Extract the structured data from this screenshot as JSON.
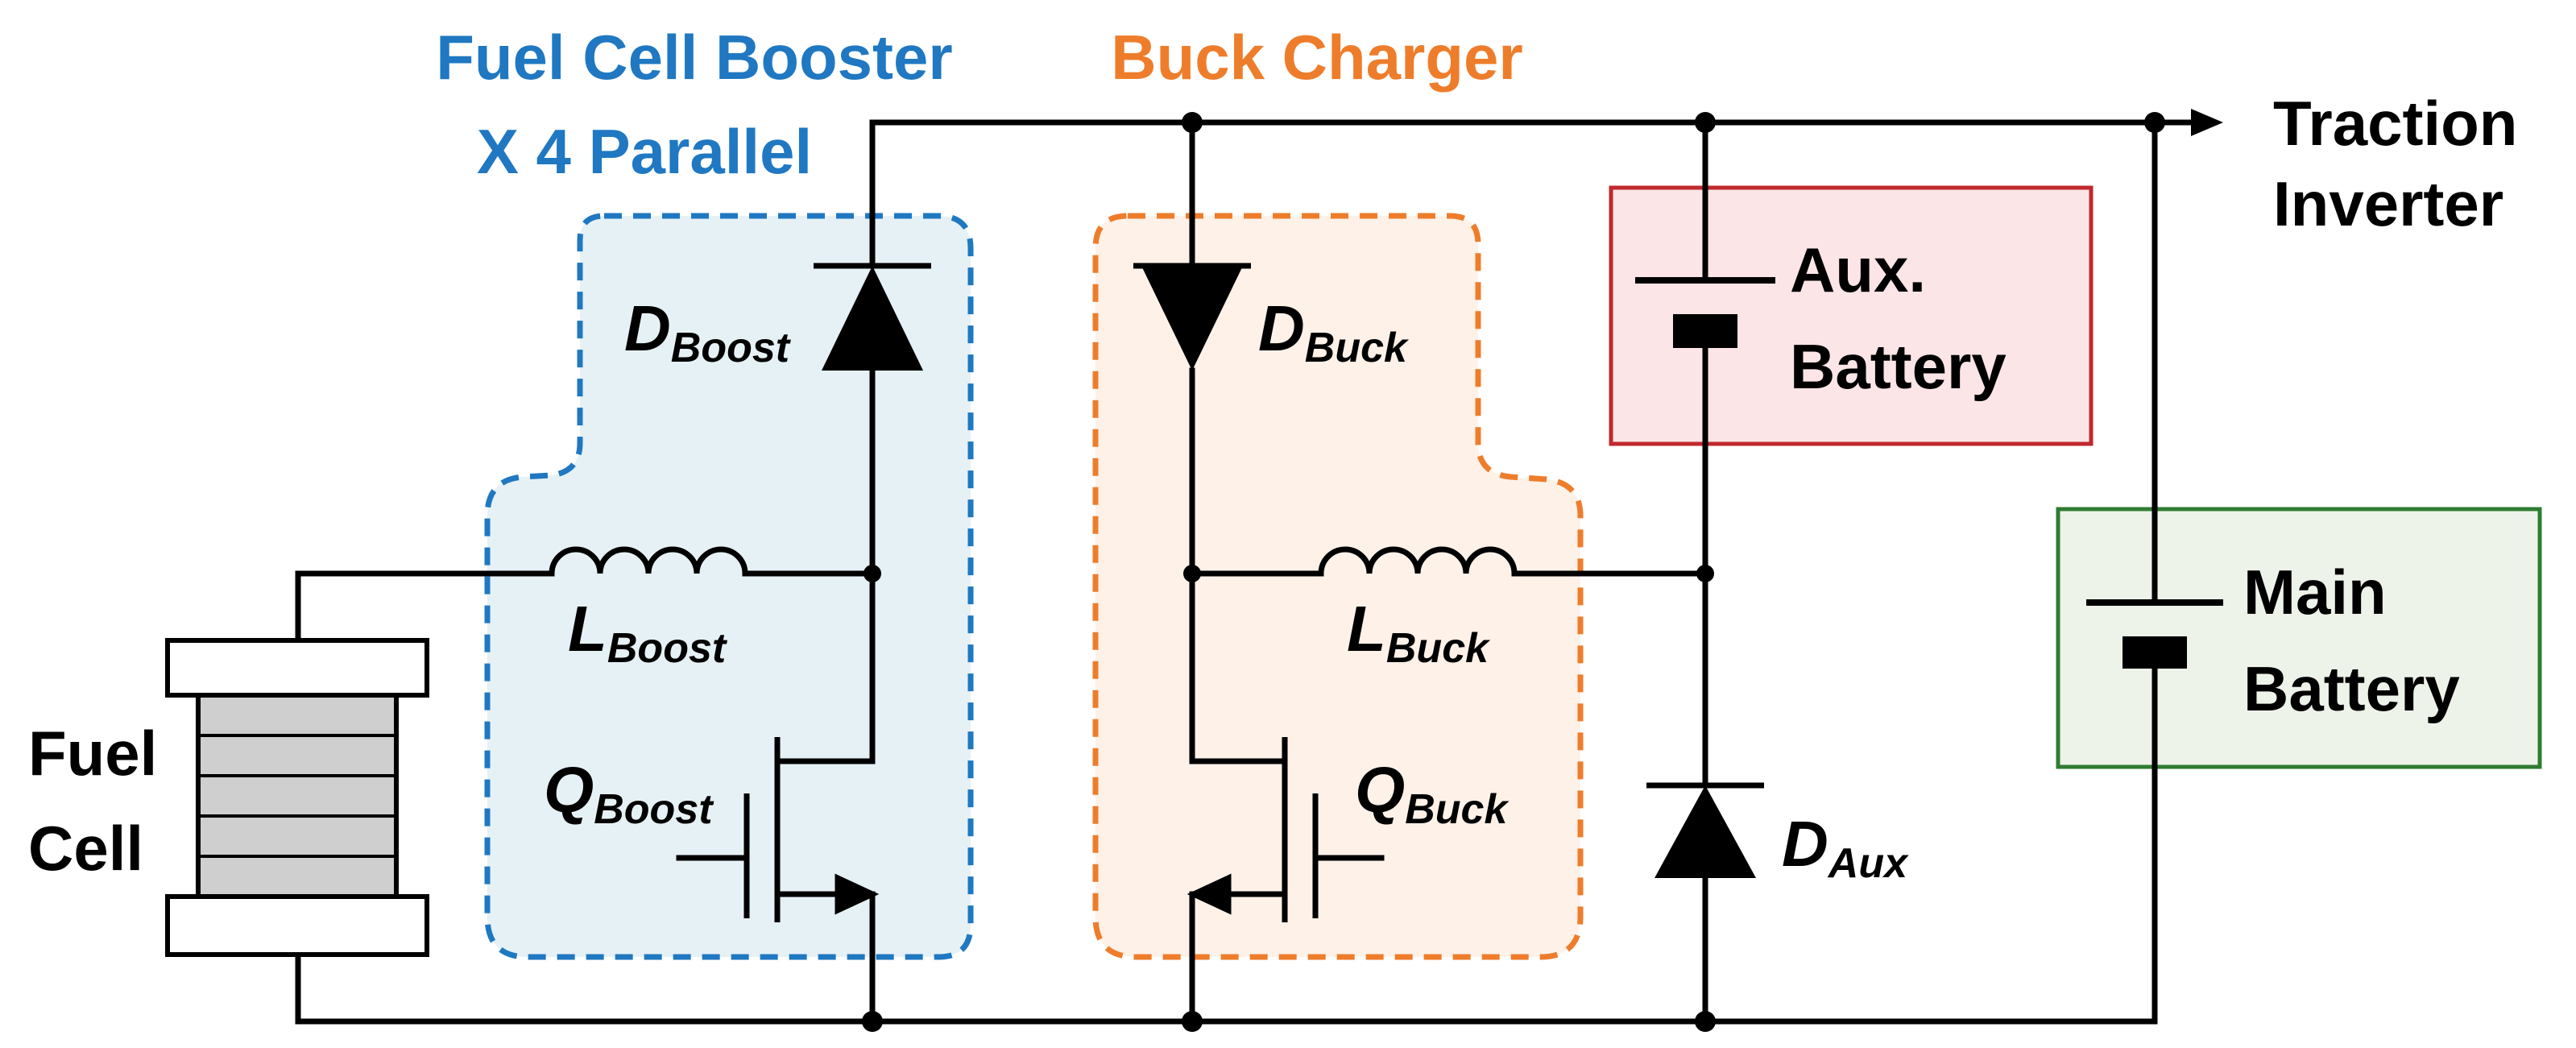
{
  "colors": {
    "booster": "#1f78c1",
    "booster_fill": "#e6f1f6",
    "buck": "#ee7d2b",
    "buck_fill": "#fdf1e8",
    "aux_border": "#c0282d",
    "aux_fill": "#fbe5e6",
    "main_border": "#2e7d32",
    "main_fill": "#eef3ea",
    "wire": "#000000",
    "stack": "#cfcfcf"
  },
  "titles": {
    "booster_line1": "Fuel Cell Booster",
    "booster_line2": "X 4 Parallel",
    "buck": "Buck Charger"
  },
  "output": {
    "line1": "Traction",
    "line2": "Inverter"
  },
  "fuel_cell": {
    "line1": "Fuel",
    "line2": "Cell"
  },
  "aux_battery": {
    "line1": "Aux.",
    "line2": "Battery"
  },
  "main_battery": {
    "line1": "Main",
    "line2": "Battery"
  },
  "components": {
    "d_boost": {
      "main": "D",
      "sub": "Boost"
    },
    "l_boost": {
      "main": "L",
      "sub": "Boost"
    },
    "q_boost": {
      "main": "Q",
      "sub": "Boost"
    },
    "d_buck": {
      "main": "D",
      "sub": "Buck"
    },
    "l_buck": {
      "main": "L",
      "sub": "Buck"
    },
    "q_buck": {
      "main": "Q",
      "sub": "Buck"
    },
    "d_aux": {
      "main": "D",
      "sub": "Aux"
    }
  }
}
